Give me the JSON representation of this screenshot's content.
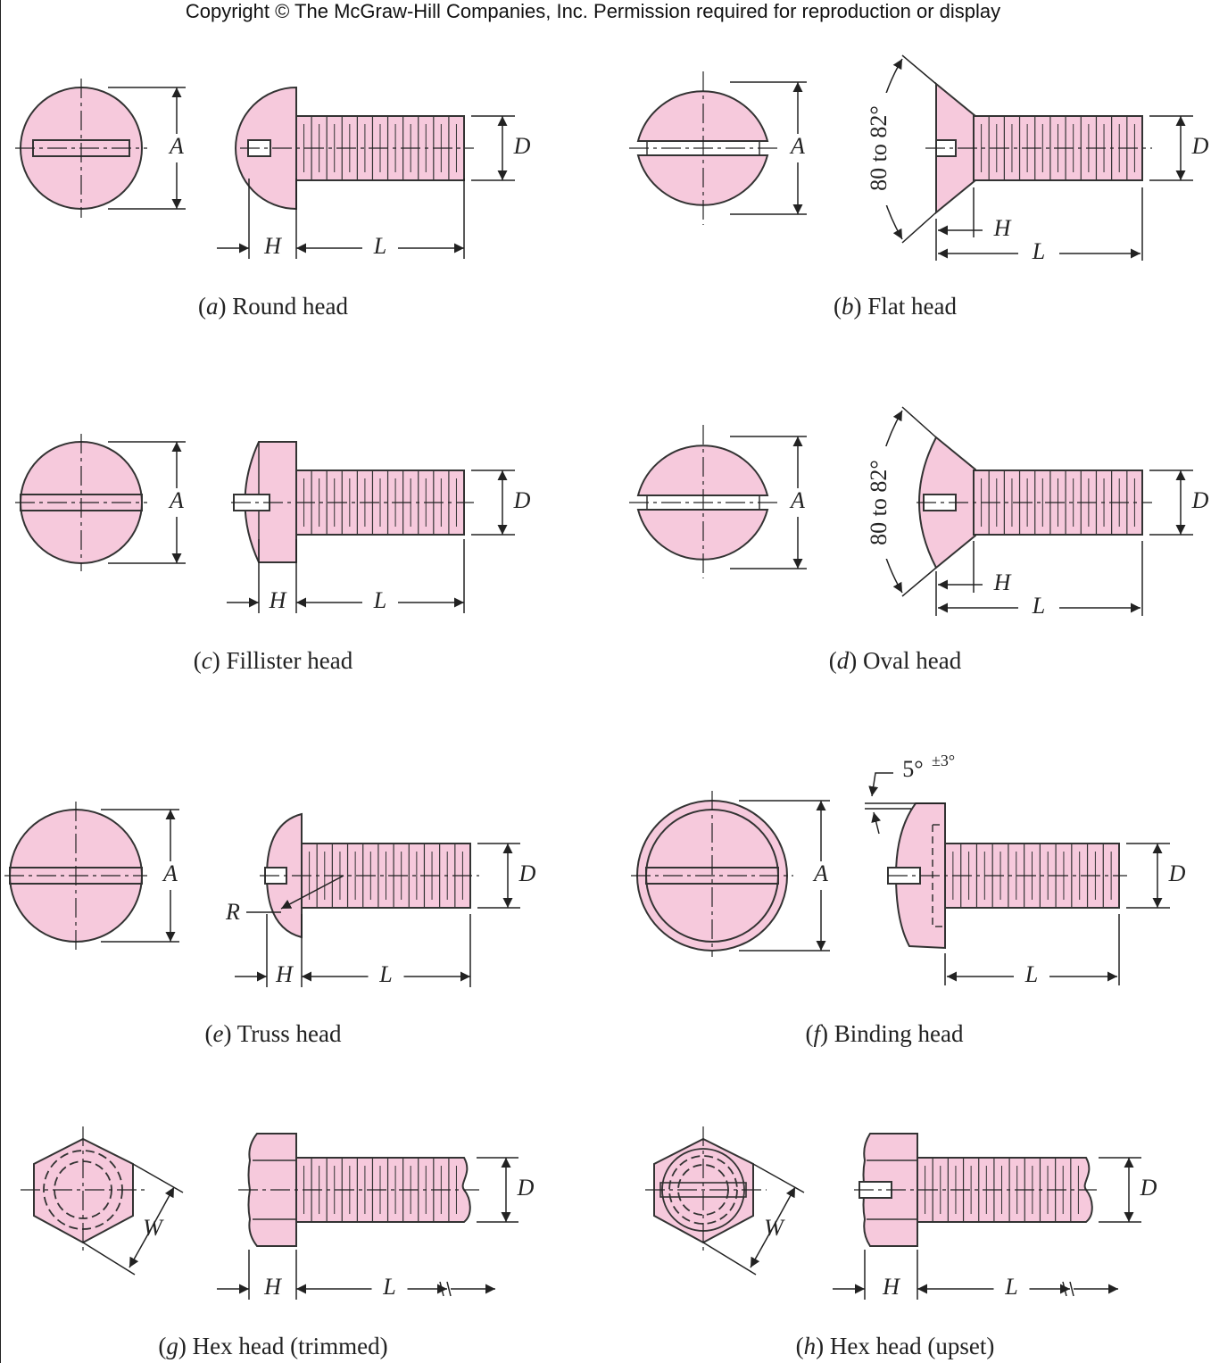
{
  "copyright": "Copyright © The McGraw-Hill Companies, Inc. Permission required for reproduction or display",
  "colors": {
    "fill": "#f6c9dc",
    "stroke": "#333333",
    "dim": "#222222"
  },
  "dimension_labels": {
    "a": "A",
    "d": "D",
    "h": "H",
    "l": "L",
    "w": "W",
    "r": "R"
  },
  "angles": {
    "countersink": "80 to 82°",
    "binding_main": "5°",
    "binding_tol": "±3°"
  },
  "figures": [
    {
      "letter": "a",
      "name": "Round head"
    },
    {
      "letter": "b",
      "name": "Flat head"
    },
    {
      "letter": "c",
      "name": "Fillister head"
    },
    {
      "letter": "d",
      "name": "Oval head"
    },
    {
      "letter": "e",
      "name": "Truss head"
    },
    {
      "letter": "f",
      "name": "Binding head"
    },
    {
      "letter": "g",
      "name": "Hex head (trimmed)"
    },
    {
      "letter": "h",
      "name": "Hex head (upset)"
    }
  ]
}
